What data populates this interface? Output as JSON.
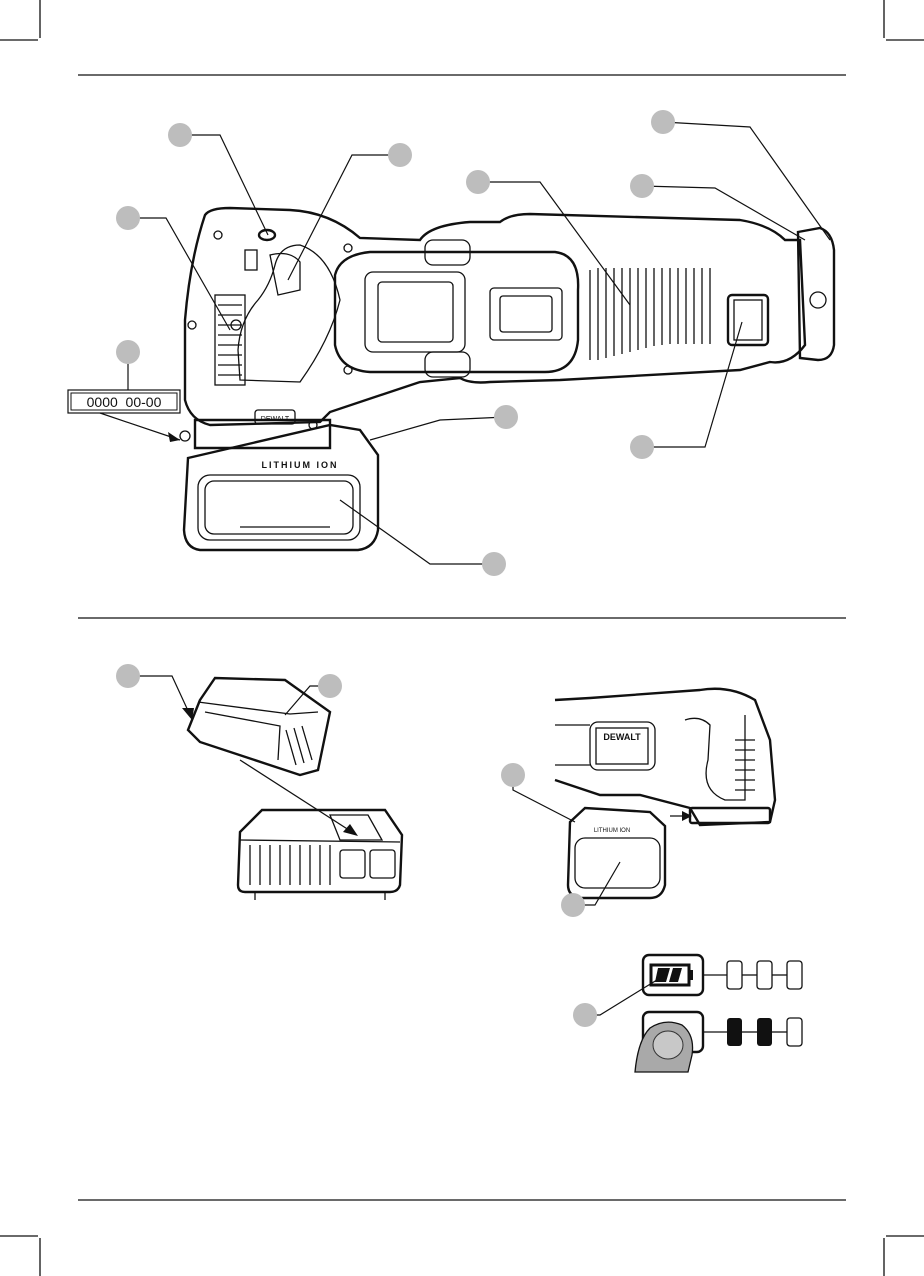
{
  "figure_top": {
    "date_code_label": "0000  00-00",
    "battery_label": "LITHIUM ION",
    "brand_plate": "DEWALT"
  },
  "figure_bottom_right": {
    "brand_label": "DEWALT",
    "battery_label": "LITHIUM ION"
  },
  "fuel_gauge": {
    "top_row_lit": 0,
    "bottom_row_lit": 2,
    "total_leds": 3
  },
  "colors": {
    "callout": "#bdbdbd",
    "ink": "#111111"
  }
}
